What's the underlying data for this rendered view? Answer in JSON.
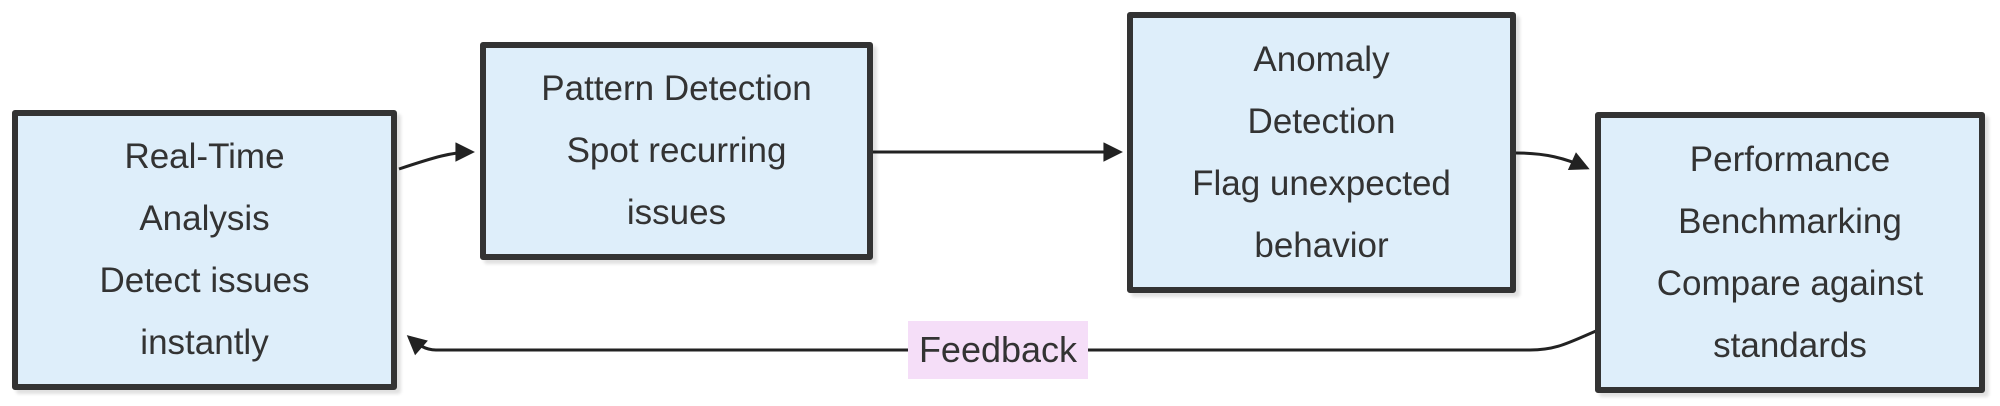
{
  "diagram": {
    "kind": "flowchart",
    "colors": {
      "background": "#ffffff",
      "node_fill": "#deeefa",
      "node_border": "#333333",
      "text": "#333333",
      "arrow": "#222222",
      "label_bg": "#f5def8"
    },
    "nodes": [
      {
        "id": "real-time-analysis",
        "lines": [
          "Real-Time",
          "Analysis",
          "Detect issues",
          "instantly"
        ]
      },
      {
        "id": "pattern-detection",
        "lines": [
          "Pattern Detection",
          "Spot recurring",
          "issues"
        ]
      },
      {
        "id": "anomaly-detection",
        "lines": [
          "Anomaly",
          "Detection",
          "Flag unexpected",
          "behavior"
        ]
      },
      {
        "id": "performance-benchmarking",
        "lines": [
          "Performance",
          "Benchmarking",
          "Compare against",
          "standards"
        ]
      }
    ],
    "edges": [
      {
        "from": "real-time-analysis",
        "to": "pattern-detection",
        "label": ""
      },
      {
        "from": "pattern-detection",
        "to": "anomaly-detection",
        "label": ""
      },
      {
        "from": "anomaly-detection",
        "to": "performance-benchmarking",
        "label": ""
      },
      {
        "from": "performance-benchmarking",
        "to": "real-time-analysis",
        "label": "Feedback"
      }
    ]
  }
}
